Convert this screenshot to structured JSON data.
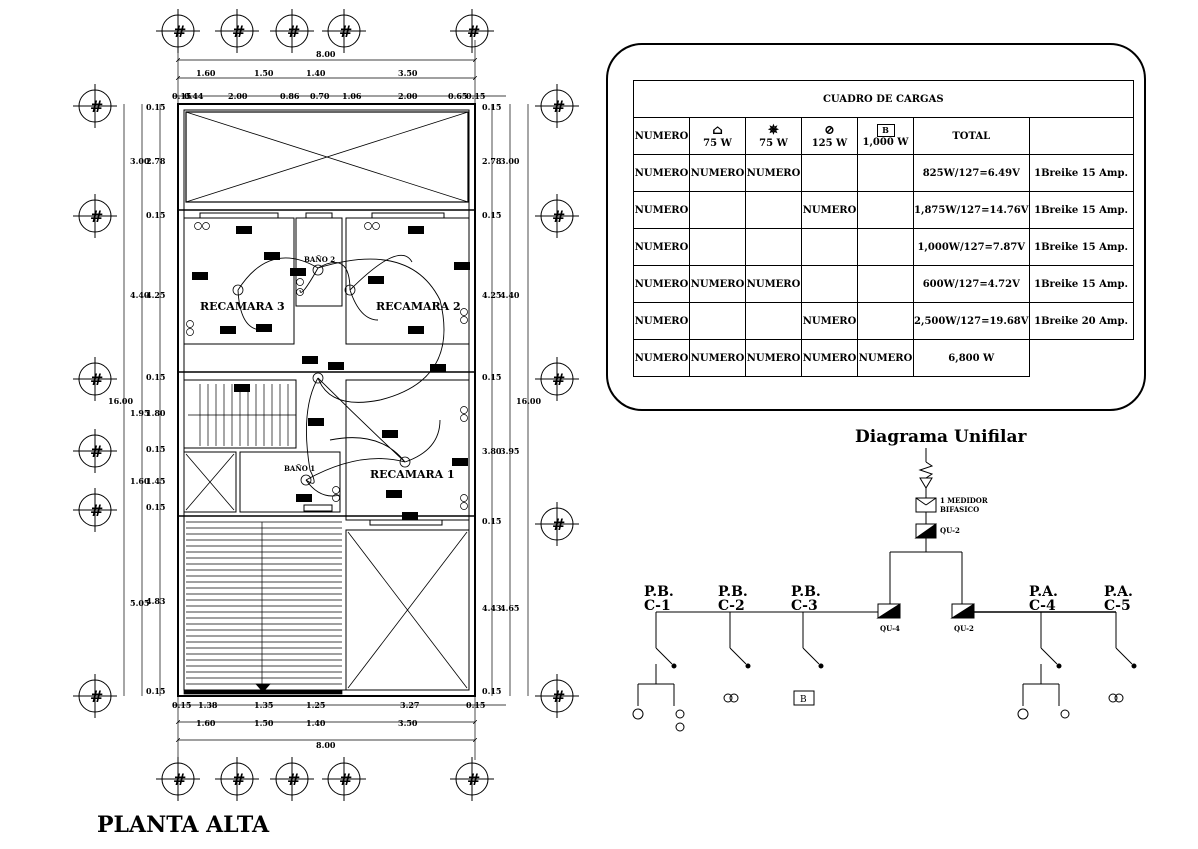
{
  "plan": {
    "title": "PLANTA ALTA",
    "rooms": {
      "recamara1": "RECAMARA 1",
      "recamara2": "RECAMARA 2",
      "recamara3": "RECAMARA 3",
      "bano1": "BAÑO 1",
      "bano2": "BAÑO 2"
    },
    "axis_marker": "#",
    "top_total": "8.00",
    "top_dims": [
      "1.60",
      "1.50",
      "1.40",
      "3.50"
    ],
    "top_sub_dims": [
      "0.15",
      "0.44",
      "2.00",
      "0.86",
      "0.70",
      "1.06",
      "2.00",
      "0.65",
      "0.15"
    ],
    "bottom_total": "8.00",
    "bottom_dims": [
      "1.60",
      "1.50",
      "1.40",
      "3.50"
    ],
    "bottom_sub_dims": [
      "0.15",
      "1.38",
      "1.35",
      "1.25",
      "3.27",
      "0.15"
    ],
    "left_total": "16.00",
    "left_outer": [
      "3.00",
      "4.40",
      "1.95",
      "1.60",
      "5.05"
    ],
    "left_inner": [
      "0.15",
      "2.78",
      "0.15",
      "4.25",
      "0.15",
      "1.80",
      "0.15",
      "1.45",
      "0.15",
      "4.83",
      "0.15"
    ],
    "right_total": "16.00",
    "right_outer": [
      "3.00",
      "4.40",
      "3.95",
      "4.65"
    ],
    "right_inner": [
      "0.15",
      "2.78",
      "0.15",
      "4.25",
      "0.15",
      "3.80",
      "0.15",
      "4.43",
      "0.15"
    ]
  },
  "cuadro": {
    "title": "CUADRO DE CARGAS",
    "headers": [
      {
        "label": "NUMERO",
        "icon": ""
      },
      {
        "label": "75 W",
        "icon": "lamp-icon"
      },
      {
        "label": "75 W",
        "icon": "spotlight-icon"
      },
      {
        "label": "125 W",
        "icon": "outlet-icon"
      },
      {
        "label": "1,000 W",
        "icon": "boiler-icon"
      },
      {
        "label": "TOTAL",
        "icon": ""
      },
      {
        "label": "",
        "icon": ""
      }
    ],
    "boiler_letter": "B",
    "rows": [
      [
        "NUMERO",
        "NUMERO",
        "NUMERO",
        "",
        "",
        "825W/127=6.49V",
        "1Breike 15 Amp."
      ],
      [
        "NUMERO",
        "",
        "",
        "NUMERO",
        "",
        "1,875W/127=14.76V",
        "1Breike 15 Amp."
      ],
      [
        "NUMERO",
        "",
        "",
        "",
        "",
        "1,000W/127=7.87V",
        "1Breike 15 Amp."
      ],
      [
        "NUMERO",
        "NUMERO",
        "NUMERO",
        "",
        "",
        "600W/127=4.72V",
        "1Breike 15 Amp."
      ],
      [
        "NUMERO",
        "",
        "",
        "NUMERO",
        "",
        "2,500W/127=19.68V",
        "1Breike 20 Amp."
      ],
      [
        "NUMERO",
        "NUMERO",
        "NUMERO",
        "NUMERO",
        "NUMERO",
        "6,800 W",
        ""
      ]
    ]
  },
  "unifilar": {
    "title": "Diagrama Unifilar",
    "medidor": "1 MEDIDOR",
    "medidor2": "BIFASICO",
    "qu_main": "QU-2",
    "qu_left": "QU-4",
    "qu_right": "QU-2",
    "circuits": [
      {
        "top": "P.B.",
        "name": "C-1"
      },
      {
        "top": "P.B.",
        "name": "C-2"
      },
      {
        "top": "P.B.",
        "name": "C-3"
      },
      {
        "top": "P.A.",
        "name": "C-4"
      },
      {
        "top": "P.A.",
        "name": "C-5"
      }
    ],
    "boiler_letter": "B",
    "hash": "#"
  }
}
